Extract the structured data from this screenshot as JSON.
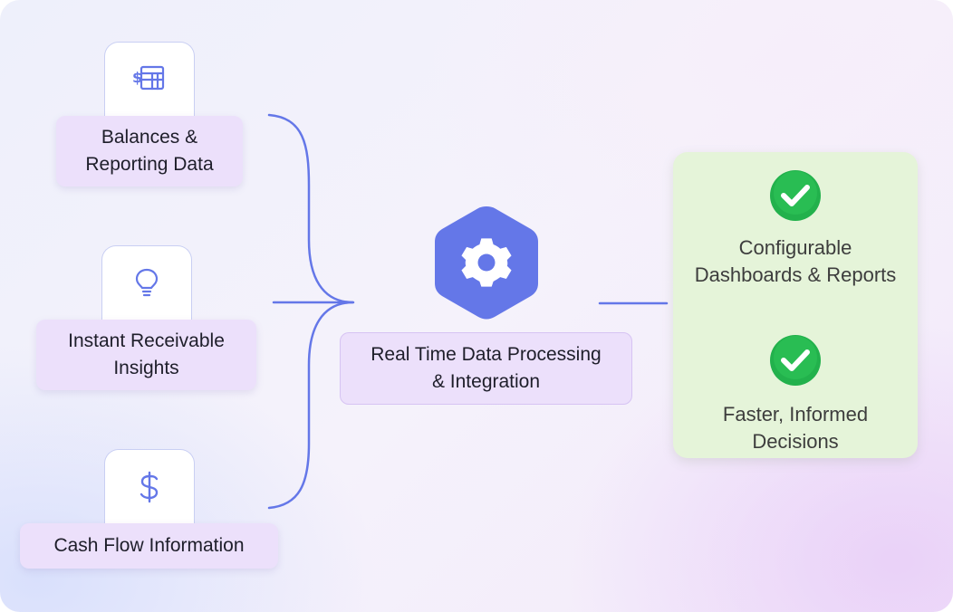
{
  "inputs": [
    {
      "icon": "spreadsheet-dollar-icon",
      "label_line1": "Balances &",
      "label_line2": "Reporting Data"
    },
    {
      "icon": "lightbulb-icon",
      "label_line1": "Instant Receivable",
      "label_line2": "Insights"
    },
    {
      "icon": "dollar-sign-icon",
      "label_line1": "Cash Flow Information"
    }
  ],
  "center": {
    "icon": "gear-icon",
    "label_line1": "Real Time Data Processing",
    "label_line2": "& Integration"
  },
  "outputs": [
    {
      "icon": "green-check-icon",
      "label_line1": "Configurable",
      "label_line2": "Dashboards & Reports"
    },
    {
      "icon": "green-check-icon",
      "label_line1": "Faster, Informed",
      "label_line2": "Decisions"
    }
  ],
  "colors": {
    "accent": "#6477e8",
    "label_bg": "#ece0fb",
    "output_bg": "#e5f4d9",
    "check_green": "#22b14c",
    "connector": "#6477e8"
  }
}
